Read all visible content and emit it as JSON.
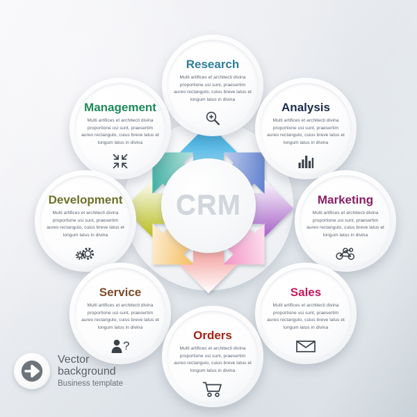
{
  "hub": {
    "label": "CRM"
  },
  "body_text": "Multi artifices et architecti divina proportione usi sunt, praesertim aureo rectangulo, cuius breve latus et longum latus in divina",
  "nodes": [
    {
      "id": "research",
      "title": "Research",
      "color": "#2f7d9b",
      "icon": "magnifier-icon"
    },
    {
      "id": "analysis",
      "title": "Analysis",
      "color": "#1d2c4b",
      "icon": "bar-chart-icon"
    },
    {
      "id": "marketing",
      "title": "Marketing",
      "color": "#8b1f63",
      "icon": "network-nodes-icon"
    },
    {
      "id": "sales",
      "title": "Sales",
      "color": "#c8195e",
      "icon": "envelope-icon"
    },
    {
      "id": "orders",
      "title": "Orders",
      "color": "#a32316",
      "icon": "shopping-cart-icon"
    },
    {
      "id": "service",
      "title": "Service",
      "color": "#7b4a2a",
      "icon": "user-question-icon"
    },
    {
      "id": "development",
      "title": "Development",
      "color": "#6d7029",
      "icon": "gears-icon"
    },
    {
      "id": "management",
      "title": "Management",
      "color": "#1e8a58",
      "icon": "collapse-arrows-icon"
    }
  ],
  "arrows": [
    {
      "direction": "up",
      "tip_color": "#1ea2dd"
    },
    {
      "direction": "up-right",
      "tip_color": "#3b63c4"
    },
    {
      "direction": "right",
      "tip_color": "#a35bc6"
    },
    {
      "direction": "down-right",
      "tip_color": "#ec5fa8"
    },
    {
      "direction": "down",
      "tip_color": "#e8453f"
    },
    {
      "direction": "down-left",
      "tip_color": "#f0a014"
    },
    {
      "direction": "left",
      "tip_color": "#b5bb16"
    },
    {
      "direction": "up-left",
      "tip_color": "#17a08f"
    }
  ],
  "badge": {
    "line1": "Vector",
    "line2": "background",
    "line3": "Business template",
    "icon": "arrow-right-circle-icon"
  }
}
